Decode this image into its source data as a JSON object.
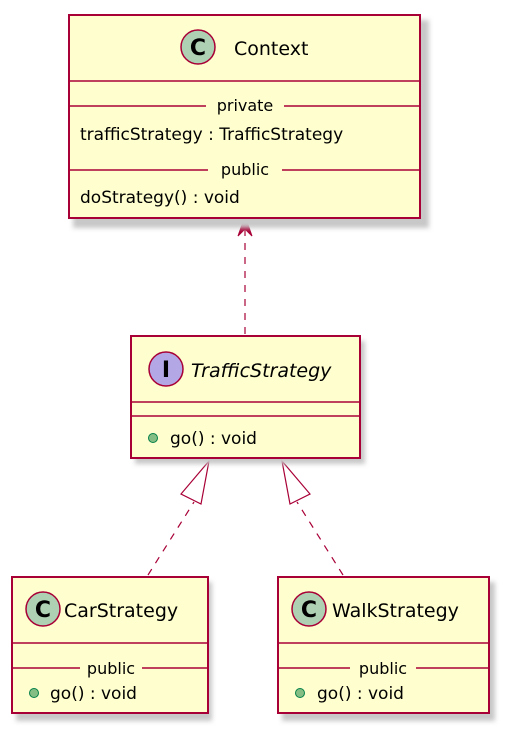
{
  "diagram": {
    "classes": {
      "context": {
        "stereotype_glyph": "C",
        "name": "Context",
        "sections": {
          "private_label": "private",
          "private_member": "trafficStrategy : TrafficStrategy",
          "public_label": "public",
          "public_member": "doStrategy() : void"
        }
      },
      "traffic_strategy": {
        "stereotype_glyph": "I",
        "name": "TrafficStrategy",
        "method": "go() : void"
      },
      "car_strategy": {
        "stereotype_glyph": "C",
        "name": "CarStrategy",
        "public_label": "public",
        "method": "go() : void"
      },
      "walk_strategy": {
        "stereotype_glyph": "C",
        "name": "WalkStrategy",
        "public_label": "public",
        "method": "go() : void"
      }
    },
    "relations": [
      {
        "from": "traffic_strategy",
        "to": "context",
        "kind": "dependency"
      },
      {
        "from": "car_strategy",
        "to": "traffic_strategy",
        "kind": "realization"
      },
      {
        "from": "walk_strategy",
        "to": "traffic_strategy",
        "kind": "realization"
      }
    ],
    "colors": {
      "class_fill": "#FEFECE",
      "border": "#A80036",
      "class_badge": "#ADD1B2",
      "interface_badge": "#B4A7E5",
      "method_dot": "#84BE84"
    }
  }
}
